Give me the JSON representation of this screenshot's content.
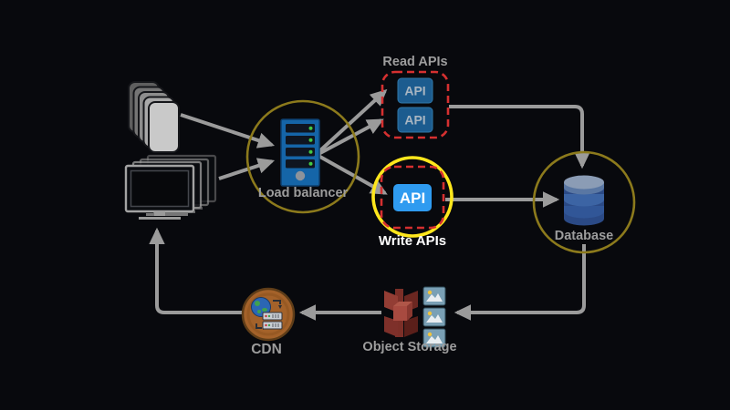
{
  "colors": {
    "background": "#08090d",
    "arrow_gray": "#9b9b9b",
    "label_gray": "#9d9d9d",
    "label_white": "#ffffff",
    "circle_olive": "#8c7a1c",
    "highlight_yellow": "#ffe71c",
    "dashed_red": "#d53030",
    "api_blue_bright": "#2f9bf0",
    "api_blue_dim": "#1c5c8f",
    "server_blue": "#1565a8",
    "database_blue": "#2b4a86",
    "bucket_red": "#933d34",
    "cdn_orange": "#a4622a"
  },
  "nodes": {
    "mobile_clients": {
      "icon": "mobile-stack-icon"
    },
    "desktop_clients": {
      "icon": "monitor-stack-icon"
    },
    "load_balancer": {
      "label": "Load balancer",
      "icon": "server-icon"
    },
    "read_apis": {
      "label": "Read APIs",
      "boxes": [
        "API",
        "API"
      ]
    },
    "write_apis": {
      "label": "Write APIs",
      "boxes": [
        "API"
      ],
      "highlighted": true
    },
    "database": {
      "label": "Database",
      "icon": "database-cylinder-icon"
    },
    "object_storage": {
      "label": "Object Storage",
      "icon": "s3-bucket-icon"
    },
    "cdn": {
      "label": "CDN",
      "icon": "cdn-globe-icon"
    }
  },
  "edges": [
    {
      "from": "mobile_clients",
      "to": "load_balancer"
    },
    {
      "from": "desktop_clients",
      "to": "load_balancer"
    },
    {
      "from": "load_balancer",
      "to": "read_api_1"
    },
    {
      "from": "load_balancer",
      "to": "read_api_2"
    },
    {
      "from": "load_balancer",
      "to": "write_api"
    },
    {
      "from": "read_apis",
      "to": "database"
    },
    {
      "from": "write_apis",
      "to": "database"
    },
    {
      "from": "database",
      "to": "object_storage"
    },
    {
      "from": "object_storage",
      "to": "cdn"
    },
    {
      "from": "cdn",
      "to": "desktop_clients"
    }
  ]
}
